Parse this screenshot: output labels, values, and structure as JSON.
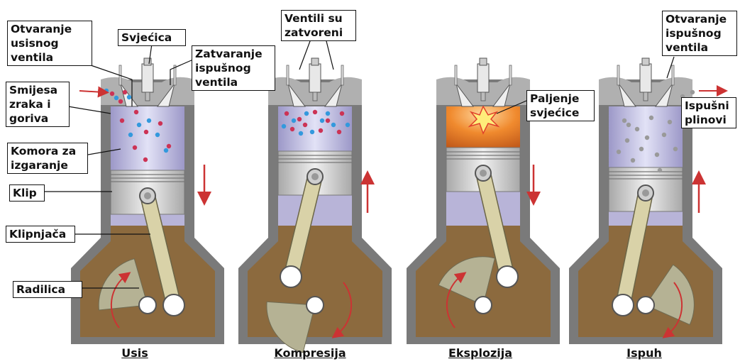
{
  "stages": [
    {
      "id": "intake",
      "caption": "Usis"
    },
    {
      "id": "compression",
      "caption": "Kompresija"
    },
    {
      "id": "power",
      "caption": "Eksplozija"
    },
    {
      "id": "exhaust",
      "caption": "Ispuh"
    }
  ],
  "labels": {
    "intake_valve_open": "Otvaranje usisnog ventila",
    "spark_plug": "Svjećica",
    "exhaust_valve_close": "Zatvaranje ispušnog ventila",
    "air_fuel_mix": "Smijesa zraka i goriva",
    "combustion_chamber": "Komora za izgaranje",
    "piston": "Klip",
    "connecting_rod": "Klipnjača",
    "crankshaft": "Radilica",
    "valves_closed": "Ventili su zatvoreni",
    "spark_ignition": "Paljenje svjećice",
    "exhaust_valve_open": "Otvaranje ispušnog ventila",
    "exhaust_gases": "Ispušni plinovi"
  },
  "colors": {
    "block": "#7a7a7a",
    "crankcase": "#8c6a3e",
    "cylinder_light": "#dcdcf2",
    "cylinder_dark": "#9c98c8",
    "piston": "#d8d8d8",
    "rod": "#d9d2a8",
    "arrow": "#cc3333",
    "fuel_red": "#cc3355",
    "fuel_blue": "#3399dd",
    "explosion": "#f08a2e",
    "exhaust_gray": "#999999"
  }
}
